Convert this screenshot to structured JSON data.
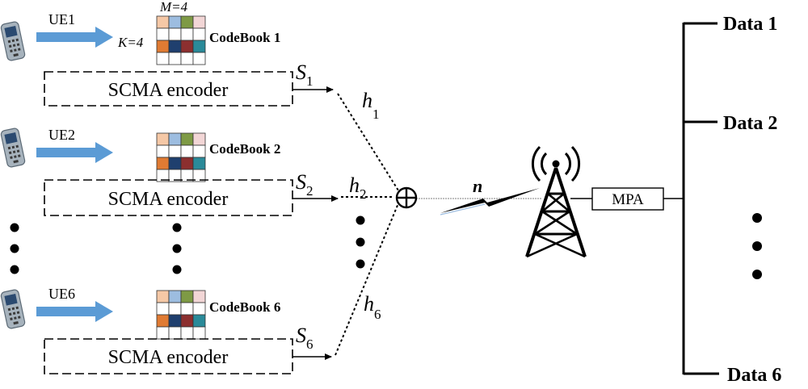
{
  "users": [
    {
      "ue_label": "UE1",
      "codebook_label": "CodeBook 1",
      "encoder_label": "SCMA encoder",
      "signal_main": "S",
      "signal_sub": "1",
      "channel_main": "h",
      "channel_sub": "1"
    },
    {
      "ue_label": "UE2",
      "codebook_label": "CodeBook 2",
      "encoder_label": "SCMA encoder",
      "signal_main": "S",
      "signal_sub": "2",
      "channel_main": "h",
      "channel_sub": "2"
    },
    {
      "ue_label": "UE6",
      "codebook_label": "CodeBook 6",
      "encoder_label": "SCMA encoder",
      "signal_main": "S",
      "signal_sub": "6",
      "channel_main": "h",
      "channel_sub": "6"
    }
  ],
  "codebook_dims": {
    "m_label": "M=4",
    "k_label": "K=4"
  },
  "codebook_colors": [
    [
      "#f5c8a6",
      "#9dbde0",
      "#7e9a45",
      "#f2d6d6"
    ],
    [
      "#ffffff",
      "#ffffff",
      "#ffffff",
      "#ffffff"
    ],
    [
      "#e07b33",
      "#1f3f6e",
      "#8c2f2f",
      "#2a8a99"
    ],
    [
      "#ffffff",
      "#ffffff",
      "#ffffff",
      "#ffffff"
    ]
  ],
  "noise_label": "n",
  "detector_label": "MPA",
  "outputs": [
    "Data 1",
    "Data 2",
    "Data 6"
  ],
  "colors": {
    "arrow_blue": "#5b9bd5",
    "line": "#000000",
    "phone_body": "#a7b3bd"
  }
}
